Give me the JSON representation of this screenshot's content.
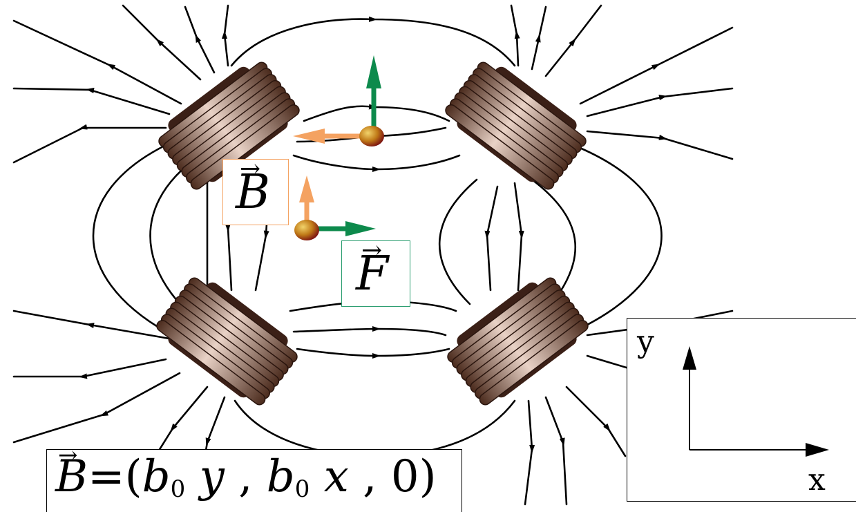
{
  "labels": {
    "b_vector": "B",
    "f_vector": "F",
    "equation": {
      "lhs": "B",
      "equals": "=",
      "open": "(",
      "t1_coef": "b",
      "t1_sub": "0",
      "t1_var": "y",
      "comma1": ",",
      "t2_coef": "b",
      "t2_sub": "0",
      "t2_var": "x",
      "comma2": ",",
      "t3": "0",
      "close": ")"
    },
    "axis_x": "x",
    "axis_y": "y"
  },
  "colors": {
    "coil": "#7a4a36",
    "field_line": "#000000",
    "magnetic_arrow": "#f4a261",
    "force_arrow": "#0d8a4c",
    "particle": "#b8860b",
    "b_box_border": "#f4a261",
    "f_box_border": "#2a9d6f"
  },
  "icons": {
    "coils": [
      "coil-icon",
      "coil-icon",
      "coil-icon",
      "coil-icon"
    ],
    "particles": [
      "charged-particle-icon",
      "charged-particle-icon"
    ]
  }
}
